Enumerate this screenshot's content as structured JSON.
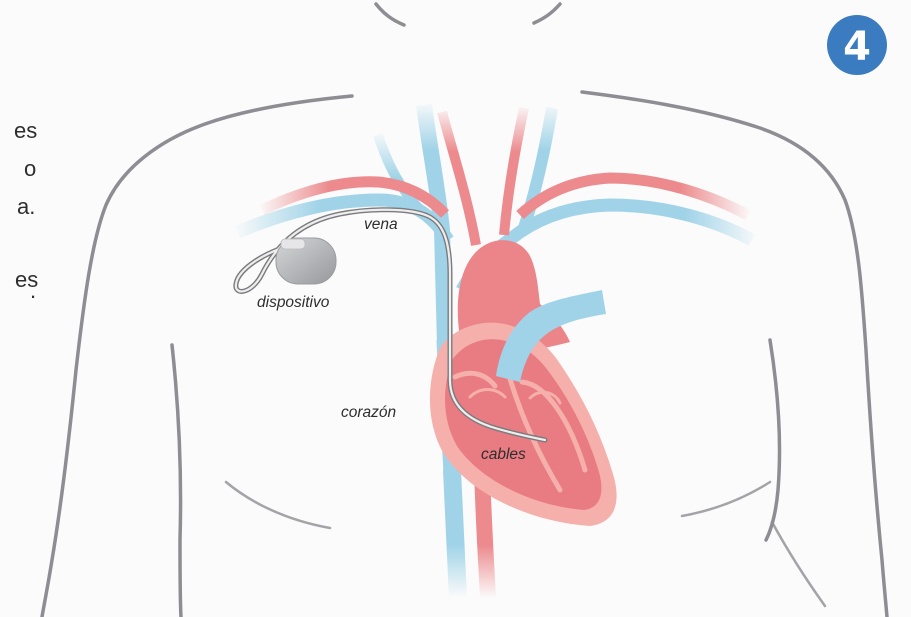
{
  "side_text": [
    "es",
    "o",
    "a.",
    "es",
    "."
  ],
  "labels": {
    "vein": "vena",
    "device": "dispositivo",
    "heart": "corazón",
    "leads": "cables"
  },
  "badge": {
    "number": "4"
  },
  "colors": {
    "artery": "#ec8a8d",
    "vein": "#a0d3e8",
    "heart_wall": "#f5b0ab",
    "heart_muscle": "#e97b82",
    "heart_upper": "#ec8589",
    "outline": "#8d8d93",
    "device": "#b3b4b7",
    "lead": "#7b7b7e",
    "badge": "#3b7cc0",
    "text": "#2e2e2e"
  }
}
